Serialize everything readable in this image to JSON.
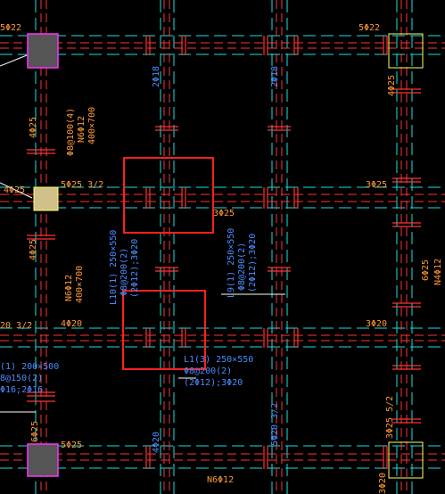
{
  "drawing": {
    "colors": {
      "background": "#000000",
      "beam_edge": "#ff3333",
      "axis_line": "#19e0e0",
      "column_fill_gray": "#555555",
      "column_border_magenta": "#ff33ff",
      "column_fill_beige": "#d2c08a",
      "column_border_yellow": "#ffff66",
      "label_orange": "#ff9933",
      "label_blue": "#4a8cff",
      "selection_box": "#ff2020",
      "white_line": "#ffffff"
    },
    "labels": {
      "top_left_rebar": "5Φ22",
      "top_right_rebar": "5Φ22",
      "left_vertical_rebar_upper": "4Φ25",
      "left_beam_stirrup": "Φ8@100(4)",
      "left_beam_side": "N6Φ12",
      "left_beam_size": "400×700",
      "left_column_rebar": "4Φ25",
      "mid_beam_top_rebar": "5Φ25 3/2",
      "col_label_2phi18_a": "2Φ18",
      "col_label_2phi18_b": "2Φ18",
      "right_column_upper_rebar": "4Φ25",
      "right_mid_rebar": "3Φ25",
      "center_mark_rebar": "3Φ25",
      "beam_L10_name": "L10(1) 250×550",
      "beam_L10_stirrup": "Φ8@200(2)",
      "beam_L10_rebar": "(2Φ12);3Φ20",
      "beam_L9_name": "L9(1) 250×550",
      "beam_L9_stirrup": "Φ8@200(2)",
      "beam_L9_rebar": "(2Φ12);3Φ20",
      "left_lower_vertical": "4Φ25",
      "left_lower_side": "N6Φ12",
      "left_lower_size": "400×700",
      "right_side_rebar": "6Φ25",
      "right_side_n": "N4Φ12",
      "lower_left_rebar": "20 3/2",
      "lower_mid_rebar": "4Φ20",
      "lower_right_rebar": "3Φ20",
      "beam_L1_name": "L1(3) 250×550",
      "beam_L1_stirrup": "Φ8@200(2)",
      "beam_L1_rebar": "(2Φ12);3Φ20",
      "far_left_beam_name": "(1) 200×500",
      "far_left_beam_stirrup": "8@150(2)",
      "far_left_beam_rebar": "Φ16;2Φ16",
      "bottom_left_column_rebar": "6Φ25",
      "bottom_mid_rebar": "5Φ25",
      "bottom_col_label_a": "4Φ20",
      "bottom_col_label_b": "5Φ20 3/2",
      "bottom_right_rebar": "3Φ25 5/2",
      "bottom_side_rebar": "N6Φ12",
      "bottom_right_edge": "3Φ20"
    }
  }
}
